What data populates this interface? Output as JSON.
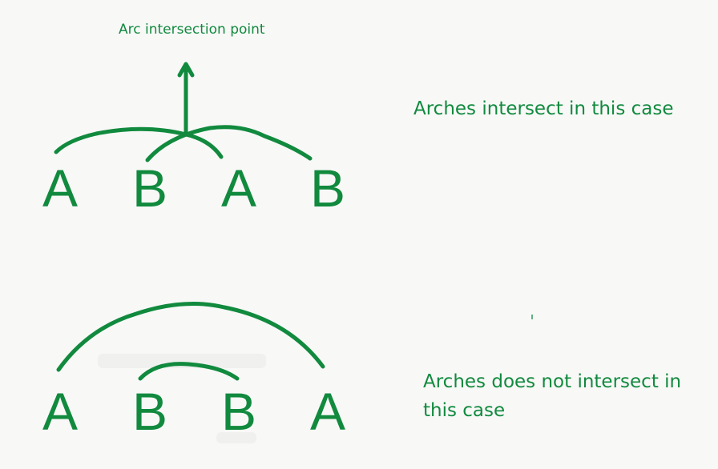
{
  "annotation": {
    "arc_intersection_point": "Arc intersection point"
  },
  "case_intersect": {
    "letters": [
      "A",
      "B",
      "A",
      "B"
    ],
    "caption": "Arches intersect in this case"
  },
  "case_no_intersect": {
    "letters": [
      "A",
      "B",
      "B",
      "A"
    ],
    "caption_line1": "Arches does not intersect in",
    "caption_line2": "this case"
  },
  "colors": {
    "ink": "#118a3e",
    "background": "#f8f8f7"
  }
}
